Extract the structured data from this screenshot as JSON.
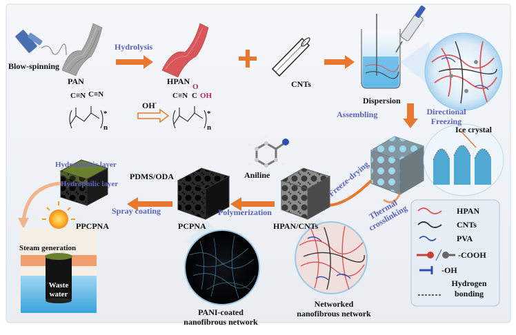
{
  "labels": {
    "blow_spinning": "Blow-spinning",
    "pan": "PAN",
    "hydrolysis": "Hydrolysis",
    "hpan": "HPAN",
    "cnts": "CNTs",
    "dispersion": "Dispersion",
    "oh_minus": "OH",
    "assembling": "Assembling",
    "directional_freezing": "Directional Freezing",
    "ice_crystal": "Ice crystal",
    "freeze_drying": "Freeze-drying",
    "thermal_crosslinking": "Thermal crosslinking",
    "aniline": "Aniline",
    "pdms_oda": "PDMS/ODA",
    "hydrophobic_layer": "Hydrophobic layer",
    "hydrophilic_layer": "Hydrophilic layer",
    "spray_coating": "Spray coating",
    "polymerization": "Polymerization",
    "ppcpna": "PPCPNA",
    "pcpna": "PCPNA",
    "hpan_cnts": "HPAN/CNTs",
    "steam_generation": "Steam generation",
    "waste_water": "Waste water",
    "pani_network": "PANI-coated nanofibrous network",
    "networked_network": "Networked nanofibrous network"
  },
  "chem": {
    "cn": "C≡N",
    "c_oh_c": "C",
    "c_oh_o": "O",
    "c_oh_oh": "OH",
    "n": "n",
    "star": "*"
  },
  "legend": {
    "items": [
      {
        "label": "HPAN",
        "color": "#e05a5a"
      },
      {
        "label": "CNTs",
        "color": "#333333"
      },
      {
        "label": "PVA",
        "color": "#2f4fb0"
      },
      {
        "label": "-COOH",
        "color": "#c83c3c"
      },
      {
        "label": "-OH",
        "color": "#2f4fb0"
      },
      {
        "label": "Hydrogen bonding",
        "color": "#333333"
      }
    ]
  },
  "colors": {
    "arrow_orange": "#e8782e",
    "text_blue": "#5b63b8",
    "pan_gray": "#9a9a9a",
    "hpan_red": "#d9565a",
    "border_gray": "#d0d0d0",
    "panel_bg": "#f1f3f6"
  }
}
